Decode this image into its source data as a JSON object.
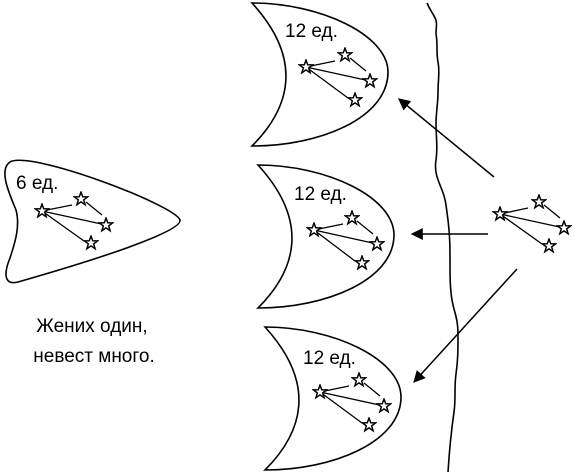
{
  "groups": {
    "left": {
      "count_label": "6 ед."
    },
    "top": {
      "count_label": "12 ед."
    },
    "middle": {
      "count_label": "12 ед."
    },
    "bottom": {
      "count_label": "12 ед."
    }
  },
  "caption": {
    "line1": "Жених один,",
    "line2": "невест много."
  }
}
